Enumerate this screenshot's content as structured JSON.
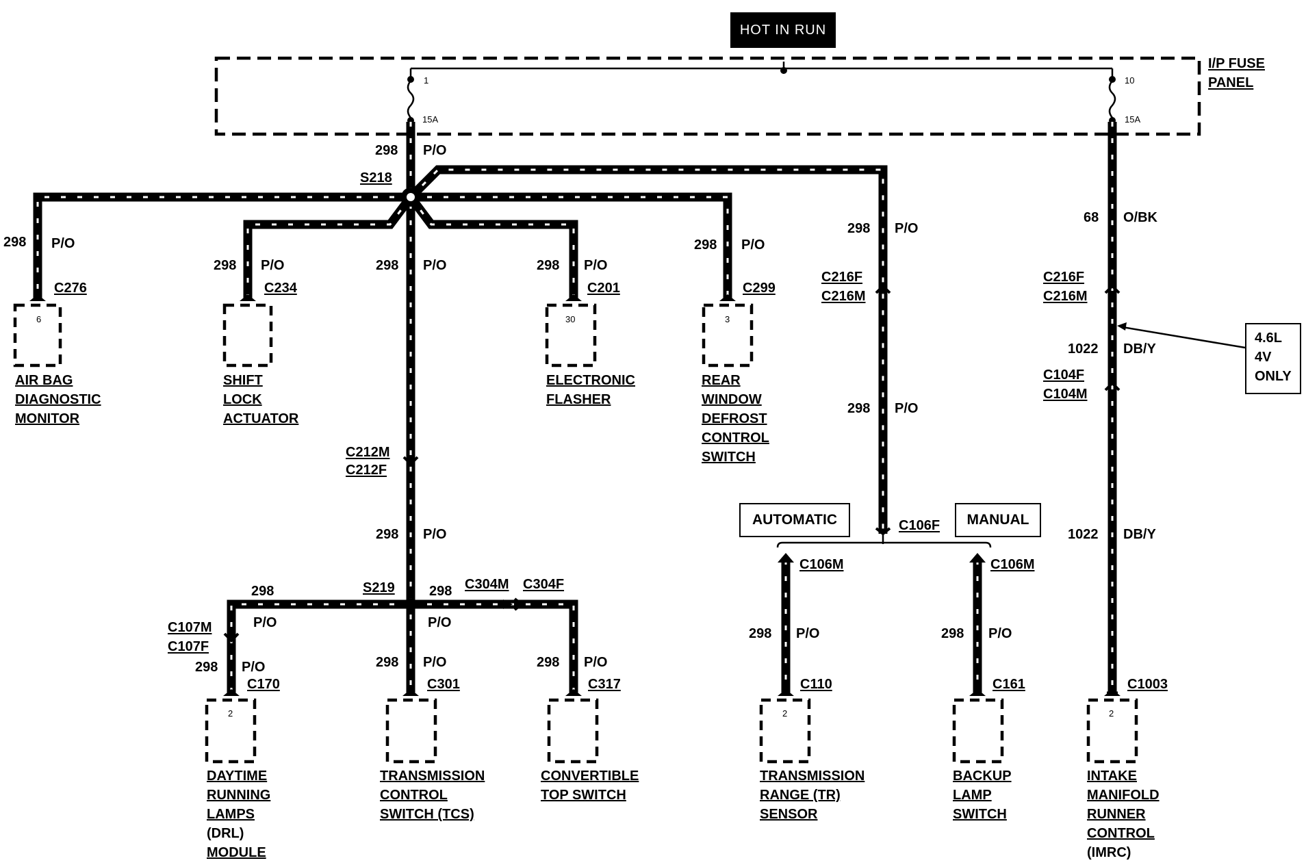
{
  "header": {
    "power_label": "HOT IN RUN"
  },
  "fuse_panel": {
    "name_line1": "I/P FUSE",
    "name_line2": "PANEL",
    "fuse_left_number": "1",
    "fuse_left_rating": "15A",
    "fuse_right_number": "10",
    "fuse_right_rating": "15A"
  },
  "splices": {
    "s218": "S218",
    "s219": "S219"
  },
  "circuits": {
    "main": {
      "number": "298",
      "color": "P/O"
    },
    "imrc_upper": {
      "number": "68",
      "color": "O/BK"
    },
    "imrc_lower": {
      "number": "1022",
      "color": "DB/Y"
    }
  },
  "connectors": {
    "c276": "C276",
    "c234": "C234",
    "c201": "C201",
    "c299": "C299",
    "c216f": "C216F",
    "c216m": "C216M",
    "c104f": "C104F",
    "c104m": "C104M",
    "c212m": "C212M",
    "c212f": "C212F",
    "c106f": "C106F",
    "c106m": "C106M",
    "c107m": "C107M",
    "c107f": "C107F",
    "c304m": "C304M",
    "c304f": "C304F",
    "c170": "C170",
    "c301": "C301",
    "c317": "C317",
    "c110": "C110",
    "c161": "C161",
    "c1003": "C1003"
  },
  "pins": {
    "air_bag": "6",
    "electronic_flasher": "30",
    "rear_defrost": "3",
    "drl": "2",
    "tr_sensor": "2",
    "imrc": "2"
  },
  "transmission_options": {
    "automatic": "AUTOMATIC",
    "manual": "MANUAL"
  },
  "note": {
    "line1": "4.6L",
    "line2": "4V",
    "line3": "ONLY"
  },
  "components": {
    "air_bag": [
      "AIR BAG",
      "DIAGNOSTIC",
      "MONITOR"
    ],
    "shift_lock": [
      "SHIFT",
      "LOCK",
      "ACTUATOR"
    ],
    "flasher": [
      "ELECTRONIC",
      "FLASHER"
    ],
    "rear_defrost": [
      "REAR",
      "WINDOW",
      "DEFROST",
      "CONTROL",
      "SWITCH"
    ],
    "drl": [
      "DAYTIME",
      "RUNNING",
      "LAMPS",
      "(DRL)",
      "MODULE"
    ],
    "tcs": [
      "TRANSMISSION",
      "CONTROL",
      "SWITCH (TCS)"
    ],
    "convertible": [
      "CONVERTIBLE",
      "TOP SWITCH"
    ],
    "tr_sensor": [
      "TRANSMISSION",
      "RANGE (TR)",
      "SENSOR"
    ],
    "backup": [
      "BACKUP",
      "LAMP",
      "SWITCH"
    ],
    "imrc": [
      "INTAKE",
      "MANIFOLD",
      "RUNNER",
      "CONTROL",
      "(IMRC)"
    ]
  }
}
